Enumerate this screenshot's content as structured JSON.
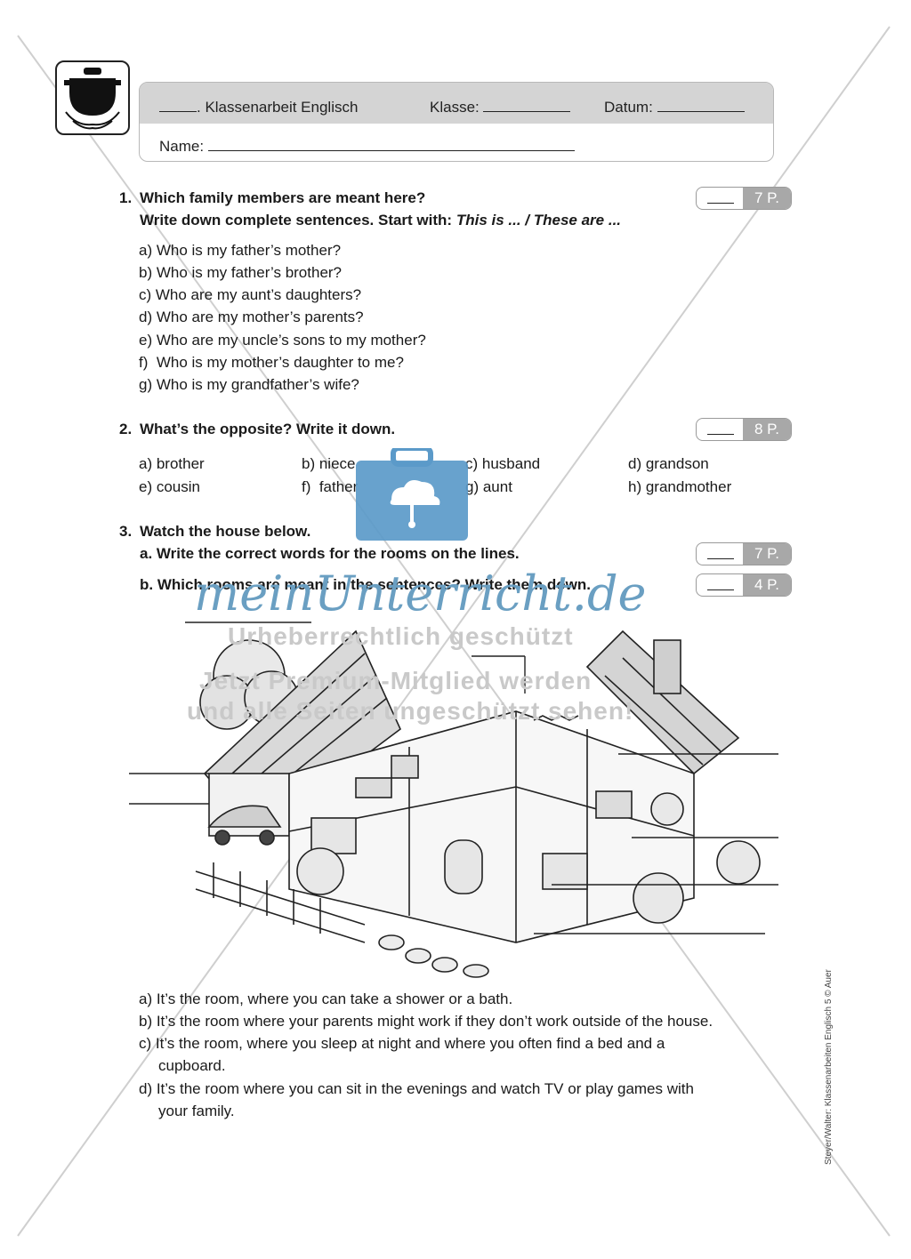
{
  "header": {
    "title": ". Klassenarbeit Englisch",
    "klasse_label": "Klasse:",
    "datum_label": "Datum:",
    "name_label": "Name:"
  },
  "tasks": [
    {
      "number": "1.",
      "heading": "Which family members are meant here?",
      "instruction": "Write down complete sentences. Start with:",
      "instruction_italic": "This is ... / These are ...",
      "points": "7 P.",
      "items": [
        "a) Who is my father’s mother?",
        "b) Who is my father’s brother?",
        "c) Who are my aunt’s daughters?",
        "d) Who are my mother’s parents?",
        "e) Who are my uncle’s sons to my mother?",
        "f)  Who is my mother’s daughter to me?",
        "g) Who is my grandfather’s wife?"
      ]
    },
    {
      "number": "2.",
      "heading": "What’s the opposite? Write it down.",
      "points": "8 P.",
      "grid": [
        "a) brother",
        "b) niece",
        "c) husband",
        "d) grandson",
        "e) cousin",
        "f)  father",
        "g) aunt",
        "h) grandmother"
      ]
    },
    {
      "number": "3.",
      "heading": "Watch the house below.",
      "sub_a": "a. Write the correct words for the rooms on the lines.",
      "sub_a_points": "7 P.",
      "sub_b": "b. Which rooms are meant in the sentences? Write them down.",
      "sub_b_points": "4 P.",
      "sentences": [
        "a) It’s the room, where you can take a shower or a bath.",
        "b) It’s the room where your parents might work if they don’t work outside of the house.",
        "c) It’s the room, where you sleep at night and where you often find a bed and a",
        "cupboard.",
        "d) It’s the room where you can sit in the evenings and watch TV or play games with",
        "your family."
      ]
    }
  ],
  "watermark": {
    "brand": "meinUnterricht.de",
    "line1": "Urheberrechtlich geschützt",
    "line2": "Jetzt Premium-Mitglied werden",
    "line3": "und alle Seiten ungeschützt sehen!"
  },
  "side_credit": "Steyer/Walter: Klassenarbeiten Englisch 5 © Auer",
  "colors": {
    "watermark_blue": "#6a9fc2",
    "briefcase_blue": "#5b9ac9",
    "header_gray": "#d4d4d4",
    "score_gray": "#a8a8a8"
  }
}
